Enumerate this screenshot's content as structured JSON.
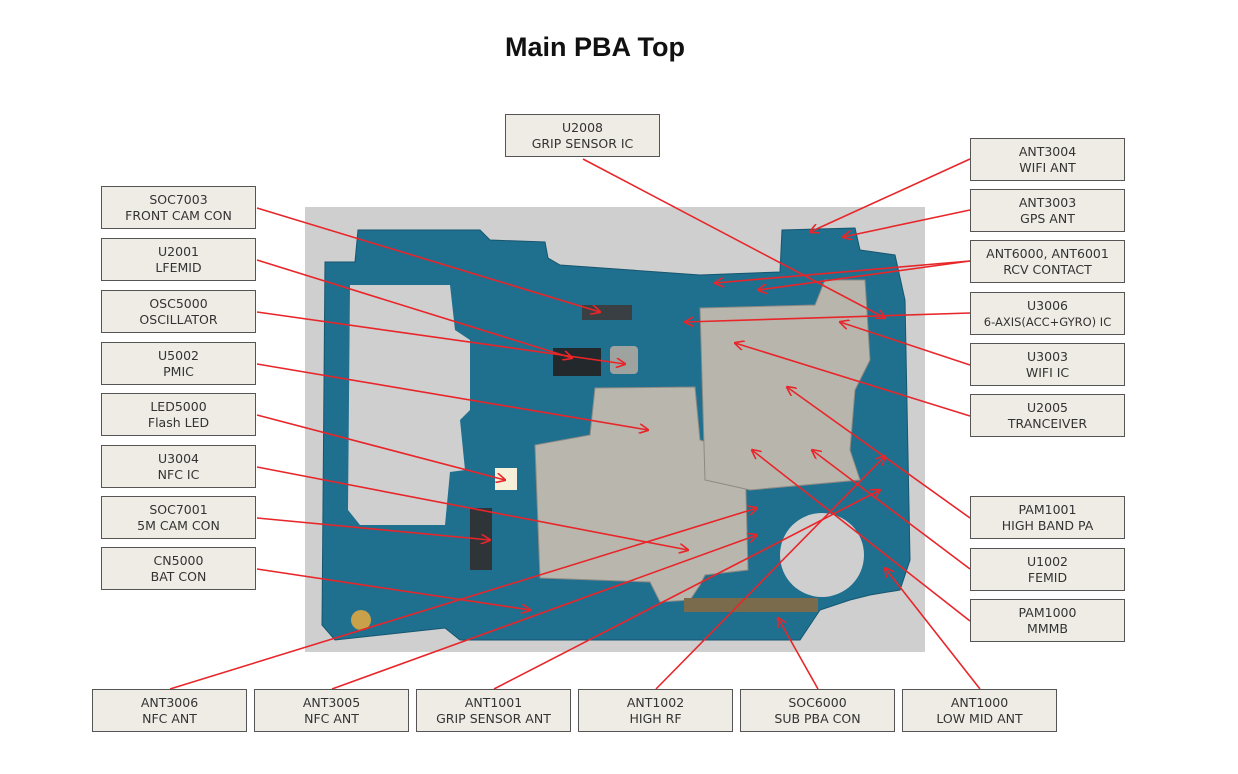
{
  "title": "Main PBA Top",
  "colors": {
    "leader_line": "#e8262a",
    "box_fill": "#efece6",
    "board": "#1f6f8f",
    "shield": "#b9b6ae"
  },
  "labels": {
    "u2008": {
      "ref": "U2008",
      "name": "GRIP SENSOR IC"
    },
    "soc7003": {
      "ref": "SOC7003",
      "name": "FRONT CAM CON"
    },
    "u2001": {
      "ref": "U2001",
      "name": "LFEMID"
    },
    "osc5000": {
      "ref": "OSC5000",
      "name": "OSCILLATOR"
    },
    "u5002": {
      "ref": "U5002",
      "name": "PMIC"
    },
    "led5000": {
      "ref": "LED5000",
      "name": "Flash LED"
    },
    "u3004": {
      "ref": "U3004",
      "name": "NFC IC"
    },
    "soc7001": {
      "ref": "SOC7001",
      "name": "5M CAM CON"
    },
    "cn5000": {
      "ref": "CN5000",
      "name": "BAT CON"
    },
    "ant3004": {
      "ref": "ANT3004",
      "name": "WIFI ANT"
    },
    "ant3003": {
      "ref": "ANT3003",
      "name": "GPS ANT"
    },
    "ant6000": {
      "ref": "ANT6000, ANT6001",
      "name": "RCV CONTACT"
    },
    "u3006": {
      "ref": "U3006",
      "name": "6-AXIS(ACC+GYRO)  IC"
    },
    "u3003": {
      "ref": "U3003",
      "name": "WIFI IC"
    },
    "u2005": {
      "ref": "U2005",
      "name": "TRANCEIVER"
    },
    "pam1001": {
      "ref": "PAM1001",
      "name": "HIGH BAND PA"
    },
    "u1002": {
      "ref": "U1002",
      "name": "FEMID"
    },
    "pam1000": {
      "ref": "PAM1000",
      "name": "MMMB"
    },
    "ant3006": {
      "ref": "ANT3006",
      "name": "NFC ANT"
    },
    "ant3005": {
      "ref": "ANT3005",
      "name": "NFC ANT"
    },
    "ant1001": {
      "ref": "ANT1001",
      "name": "GRIP SENSOR ANT"
    },
    "ant1002": {
      "ref": "ANT1002",
      "name": "HIGH RF"
    },
    "soc6000": {
      "ref": "SOC6000",
      "name": "SUB PBA CON"
    },
    "ant1000": {
      "ref": "ANT1000",
      "name": "LOW MID ANT"
    }
  }
}
